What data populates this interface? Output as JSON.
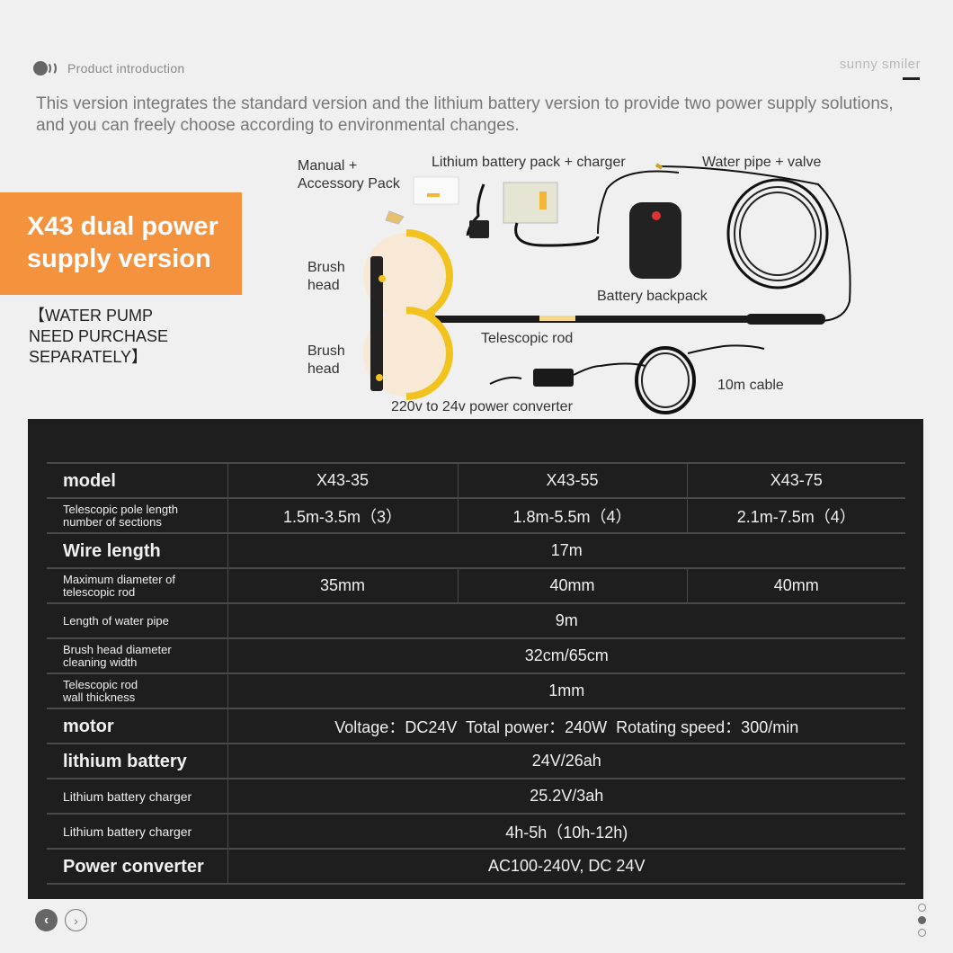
{
  "header": {
    "section_title": "Product introduction",
    "brand": "sunny smiler",
    "intro": "This version integrates the standard version and the lithium battery version to provide two power supply solutions, and you can freely choose according to environmental changes."
  },
  "banner": {
    "line1": "X43 dual power",
    "line2": "supply version",
    "accent_color": "#f5923e"
  },
  "notice": {
    "line1": "【WATER PUMP",
    "line2": "NEED PURCHASE",
    "line3": "SEPARATELY】"
  },
  "illustration": {
    "labels": {
      "manual_1": "Manual +",
      "manual_2": "Accessory Pack",
      "battery_pack": "Lithium battery pack + charger",
      "water_pipe": "Water pipe + valve",
      "brush_head_1a": "Brush",
      "brush_head_1b": "head",
      "brush_head_2a": "Brush",
      "brush_head_2b": "head",
      "backpack": "Battery backpack",
      "rod": "Telescopic rod",
      "cable": "10m cable",
      "converter": "220v to 24v power converter"
    }
  },
  "spec_table": {
    "rows": [
      {
        "key": "model",
        "values": [
          "X43-35",
          "X43-55",
          "X43-75"
        ]
      },
      {
        "key_1": "Telescopic pole length",
        "key_2": "number of sections",
        "values": [
          "1.5m-3.5m（3）",
          "1.8m-5.5m（4）",
          "2.1m-7.5m（4）"
        ]
      },
      {
        "key": "Wire length",
        "value": "17m"
      },
      {
        "key_1": "Maximum diameter of",
        "key_2": "telescopic rod",
        "values": [
          "35mm",
          "40mm",
          "40mm"
        ]
      },
      {
        "key": "Length of water pipe",
        "value": "9m"
      },
      {
        "key_1": "Brush head diameter",
        "key_2": "cleaning width",
        "value": "32cm/65cm"
      },
      {
        "key_1": "Telescopic rod",
        "key_2": "wall thickness",
        "value": "1mm"
      },
      {
        "key": "motor",
        "value": "Voltage：DC24V  Total power：240W  Rotating speed：300/min"
      },
      {
        "key": "lithium battery",
        "value": "24V/26ah"
      },
      {
        "key": "Lithium battery charger",
        "value": "25.2V/3ah"
      },
      {
        "key": "Lithium battery charger",
        "value": "4h-5h（10h-12h)"
      },
      {
        "key": "Power converter",
        "value": "AC100-240V, DC 24V"
      }
    ]
  },
  "nav": {
    "prev_icon": "‹",
    "next_icon": "›",
    "pages": 3,
    "active_page": 2
  }
}
